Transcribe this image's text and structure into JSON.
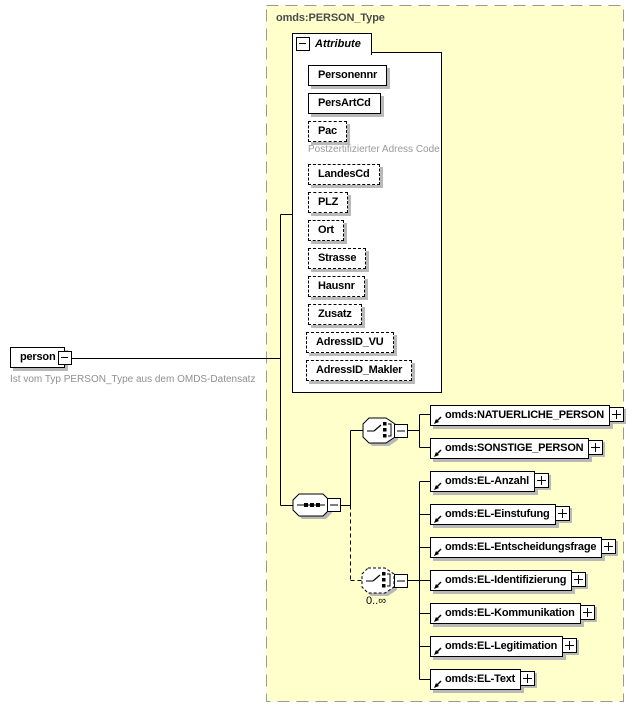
{
  "colors": {
    "canvas_bg": "#ffffff",
    "type_fill": "#ffffcc",
    "type_border": "#999999",
    "type_label": "#4a4a4a",
    "box_border": "#000000",
    "box_shadow": "#b9b9b9",
    "muted_text": "#909090"
  },
  "root": {
    "label": "person",
    "caption": "Ist vom Typ PERSON_Type aus dem OMDS-Datensatz"
  },
  "type_box": {
    "label": "omds:PERSON_Type"
  },
  "attributes": {
    "header": "Attribute",
    "items": [
      {
        "label": "Personennr",
        "use": "required"
      },
      {
        "label": "PersArtCd",
        "use": "required"
      },
      {
        "label": "Pac",
        "use": "optional",
        "caption": "Postzertifizierter Adress Code"
      },
      {
        "label": "LandesCd",
        "use": "optional"
      },
      {
        "label": "PLZ",
        "use": "optional"
      },
      {
        "label": "Ort",
        "use": "optional"
      },
      {
        "label": "Strasse",
        "use": "optional"
      },
      {
        "label": "Hausnr",
        "use": "optional"
      },
      {
        "label": "Zusatz",
        "use": "optional"
      },
      {
        "label": "AdressID_VU",
        "use": "optional"
      },
      {
        "label": "AdressID_Makler",
        "use": "optional"
      }
    ]
  },
  "content_model": {
    "compositor": "sequence",
    "choices": [
      {
        "kind": "choice",
        "occurrence": "",
        "elements": [
          {
            "label": "omds:NATUERLICHE_PERSON"
          },
          {
            "label": "omds:SONSTIGE_PERSON"
          }
        ]
      },
      {
        "kind": "choice",
        "occurrence": "0..∞",
        "elements": [
          {
            "label": "omds:EL-Anzahl"
          },
          {
            "label": "omds:EL-Einstufung"
          },
          {
            "label": "omds:EL-Entscheidungsfrage"
          },
          {
            "label": "omds:EL-Identifizierung"
          },
          {
            "label": "omds:EL-Kommunikation"
          },
          {
            "label": "omds:EL-Legitimation"
          },
          {
            "label": "omds:EL-Text"
          }
        ]
      }
    ]
  }
}
